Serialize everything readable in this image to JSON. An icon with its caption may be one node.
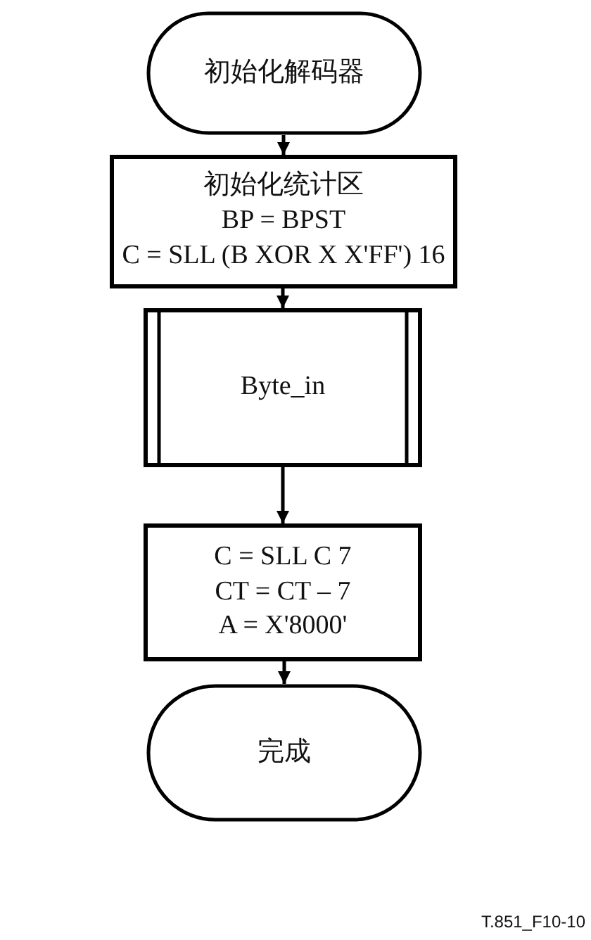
{
  "diagram": {
    "nodes": [
      {
        "text": [
          "初始化解码器"
        ]
      },
      {
        "text": [
          "初始化统计区",
          "BP = BPST",
          "C = SLL (B XOR X X'FF') 16"
        ]
      },
      {
        "text": [
          "Byte_in"
        ]
      },
      {
        "text": [
          "C = SLL C 7",
          "CT = CT – 7",
          "A = X'8000'"
        ]
      },
      {
        "text": [
          "完成"
        ]
      }
    ],
    "edges": [
      {
        "from": 0,
        "to": 1,
        "arrow": "to"
      },
      {
        "from": 1,
        "to": 2,
        "arrow": "to"
      },
      {
        "from": 2,
        "to": 3,
        "arrow": "to"
      },
      {
        "from": 3,
        "to": 4,
        "arrow": "to"
      }
    ],
    "labels": [
      "T.851_F10-10"
    ]
  }
}
